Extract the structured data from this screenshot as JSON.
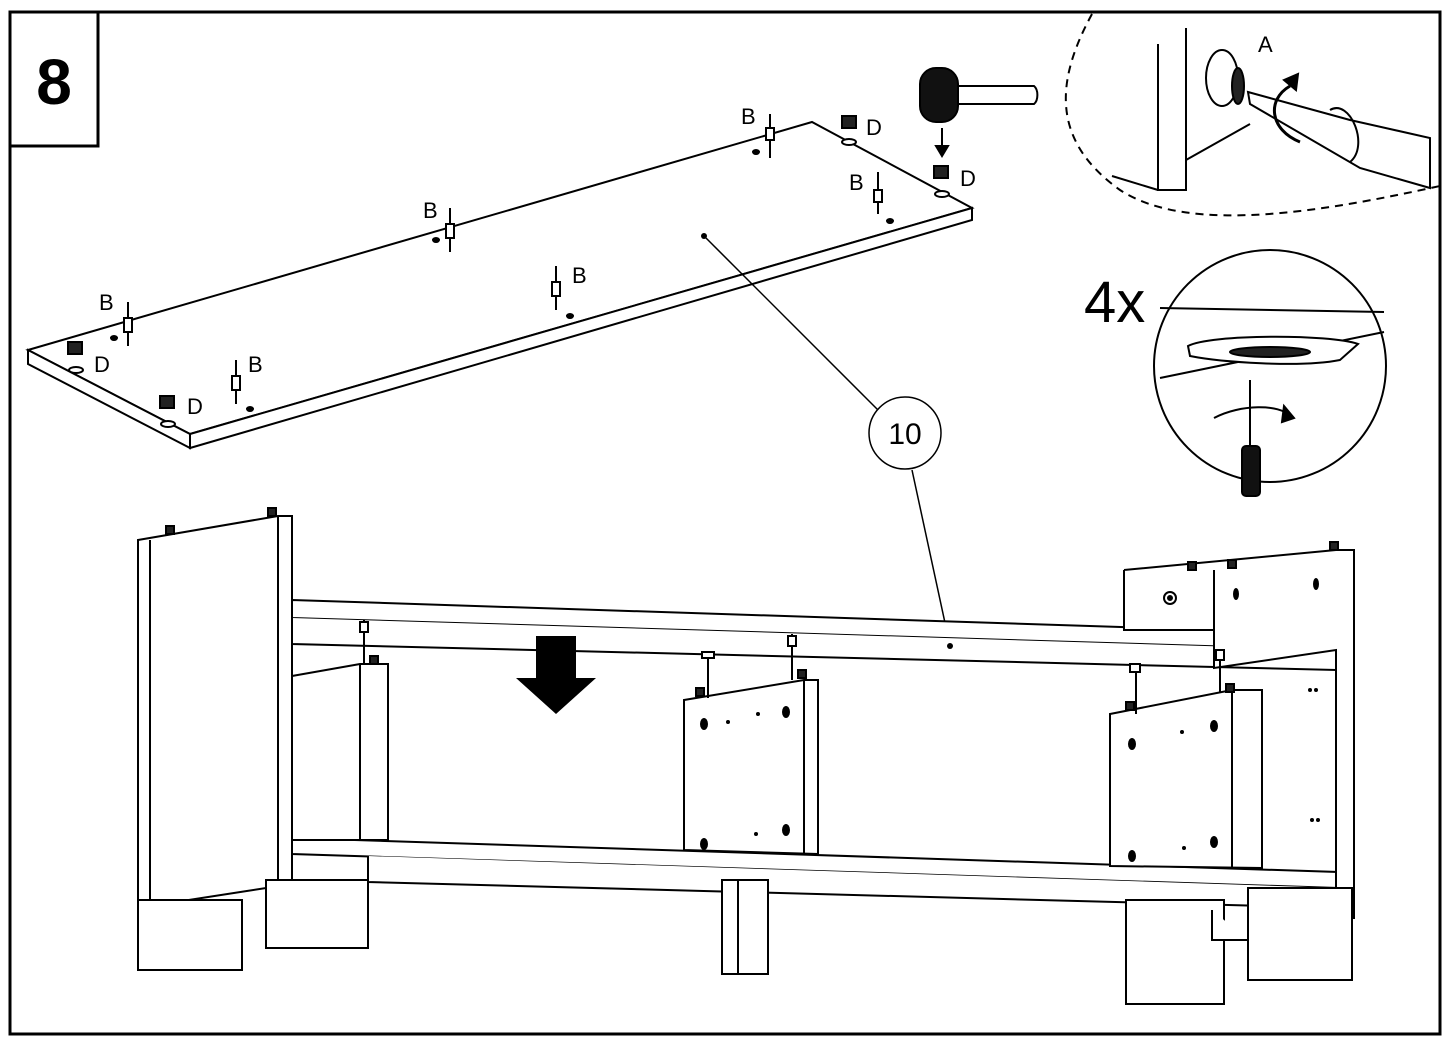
{
  "step_number": "8",
  "multiplier": "4x",
  "part_number": "10",
  "labels": {
    "b": "B",
    "d": "D",
    "a": "A"
  },
  "colors": {
    "ink": "#000000",
    "paper": "#ffffff",
    "hardware_fill": "#222222"
  },
  "icons": {
    "mallet": "mallet-icon",
    "screwdriver": "screwdriver-icon",
    "down_arrow": "down-arrow-icon",
    "rotation": "rotation-arrow-icon"
  }
}
